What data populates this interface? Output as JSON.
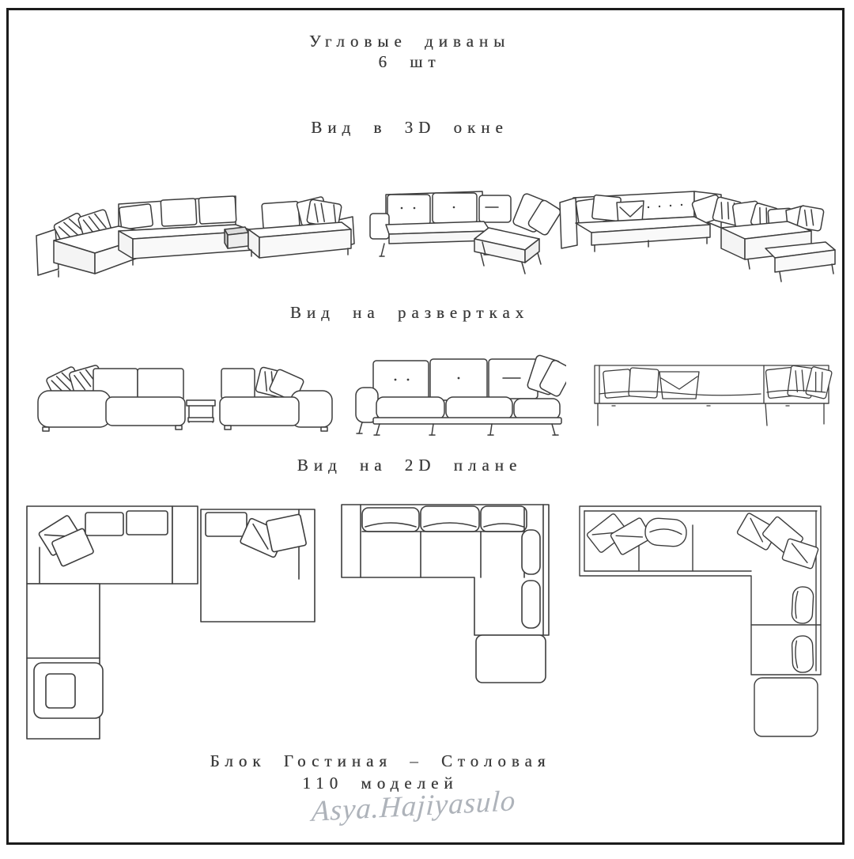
{
  "page": {
    "title": "Угловые диваны",
    "count": "6 шт"
  },
  "sections": {
    "view3d": {
      "title": "Вид в 3D окне"
    },
    "elevations": {
      "title": "Вид на развертках"
    },
    "plan2d": {
      "title": "Вид на 2D плане"
    }
  },
  "footer": {
    "block_title": "Блок Гостиная – Столовая",
    "models_count": "110 моделей",
    "signature": "Asya.Hajiyasulo"
  },
  "colors": {
    "ink": "#3b3b3b",
    "frame": "#1b1b1b",
    "signature": "#aeb3ba",
    "paper": "#ffffff"
  },
  "drawings": {
    "view3d": [
      "corner-sofa-modular-left",
      "corner-sofa-l-shape-tufted",
      "corner-sofa-pillows-chaise"
    ],
    "elevations": [
      "elevation-sofa-with-side-table",
      "elevation-sofa-tufted",
      "elevation-sofa-low-frame"
    ],
    "plan2d": [
      "plan-l-sofa-with-armchair",
      "plan-l-sofa-with-ottoman",
      "plan-l-sofa-pillows-ottoman"
    ]
  }
}
